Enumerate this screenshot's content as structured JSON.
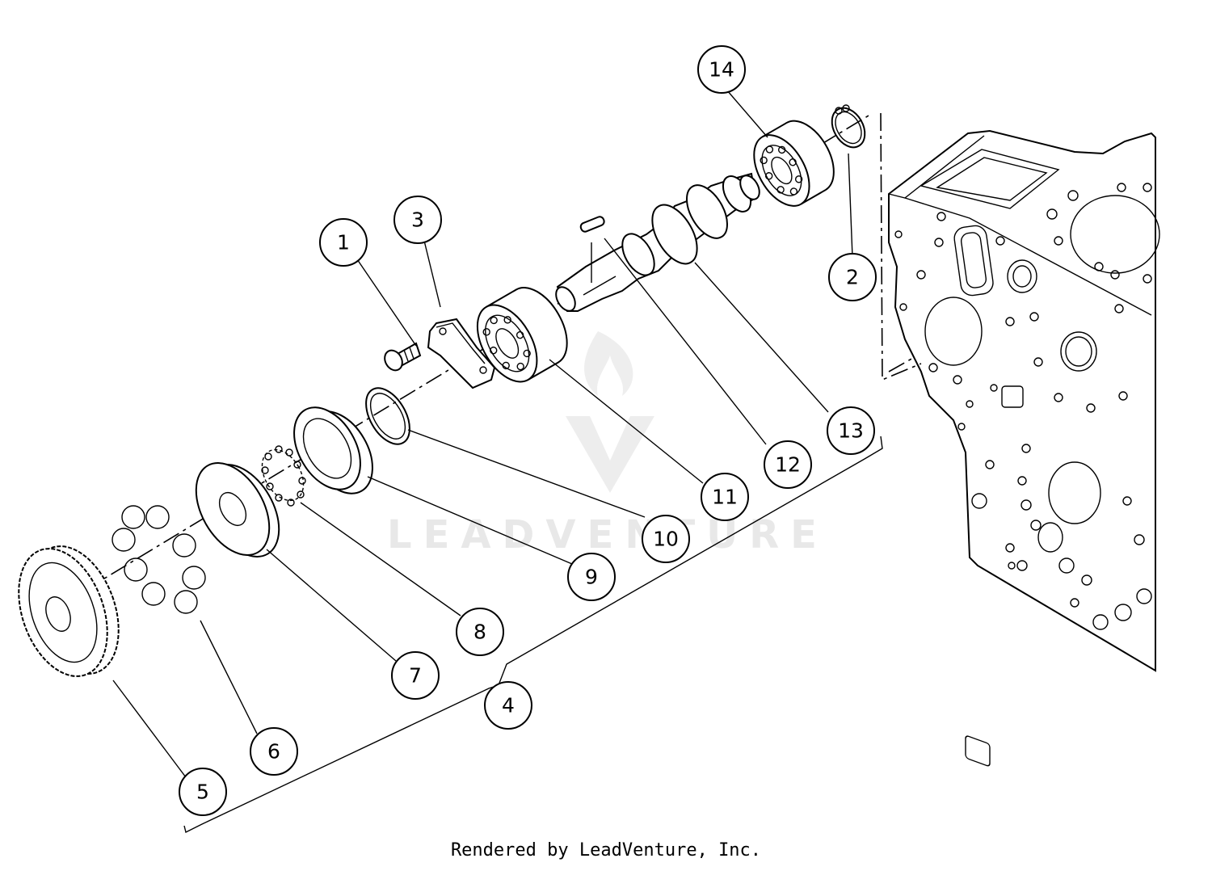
{
  "watermark": {
    "text": "LEADVENTURE"
  },
  "credit": "Rendered by LeadVenture, Inc.",
  "callouts": [
    {
      "id": "1",
      "label": "1"
    },
    {
      "id": "2",
      "label": "2"
    },
    {
      "id": "3",
      "label": "3"
    },
    {
      "id": "4",
      "label": "4"
    },
    {
      "id": "5",
      "label": "5"
    },
    {
      "id": "6",
      "label": "6"
    },
    {
      "id": "7",
      "label": "7"
    },
    {
      "id": "8",
      "label": "8"
    },
    {
      "id": "9",
      "label": "9"
    },
    {
      "id": "10",
      "label": "10"
    },
    {
      "id": "11",
      "label": "11"
    },
    {
      "id": "12",
      "label": "12"
    },
    {
      "id": "13",
      "label": "13"
    },
    {
      "id": "14",
      "label": "14"
    }
  ]
}
